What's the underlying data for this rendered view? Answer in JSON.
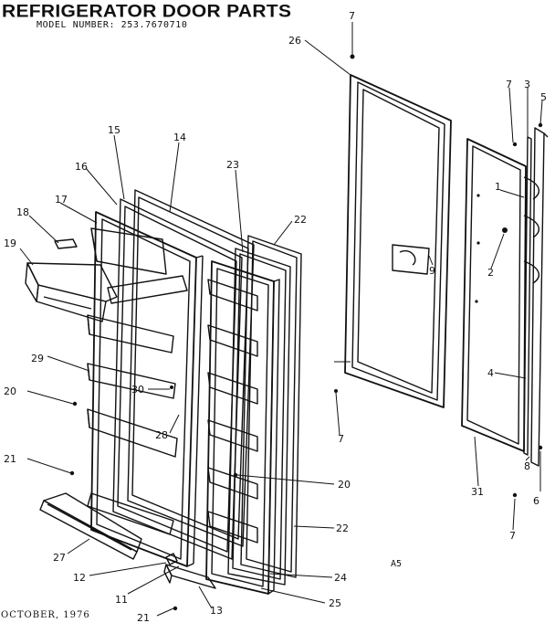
{
  "header": {
    "title": "REFRIGERATOR DOOR PARTS",
    "model_line": "MODEL NUMBER:  253.7670710"
  },
  "footer": {
    "date": "OCTOBER, 1976",
    "code": "A5"
  },
  "callouts": {
    "c1": "1",
    "c2": "2",
    "c3": "3",
    "c4": "4",
    "c5": "5",
    "c6": "6",
    "c7a": "7",
    "c7b": "7",
    "c7c": "7",
    "c7d": "7",
    "c8": "8",
    "c9": "9",
    "c11": "11",
    "c12": "12",
    "c13": "13",
    "c14": "14",
    "c15": "15",
    "c16": "16",
    "c17": "17",
    "c18": "18",
    "c19": "19",
    "c20a": "20",
    "c20b": "20",
    "c21a": "21",
    "c21b": "21",
    "c22a": "22",
    "c22b": "22",
    "c23": "23",
    "c24": "24",
    "c25": "25",
    "c26": "26",
    "c27": "27",
    "c28": "28",
    "c29": "29",
    "c30": "30",
    "c31": "31"
  },
  "colors": {
    "ink": "#111111",
    "paper": "#ffffff"
  }
}
